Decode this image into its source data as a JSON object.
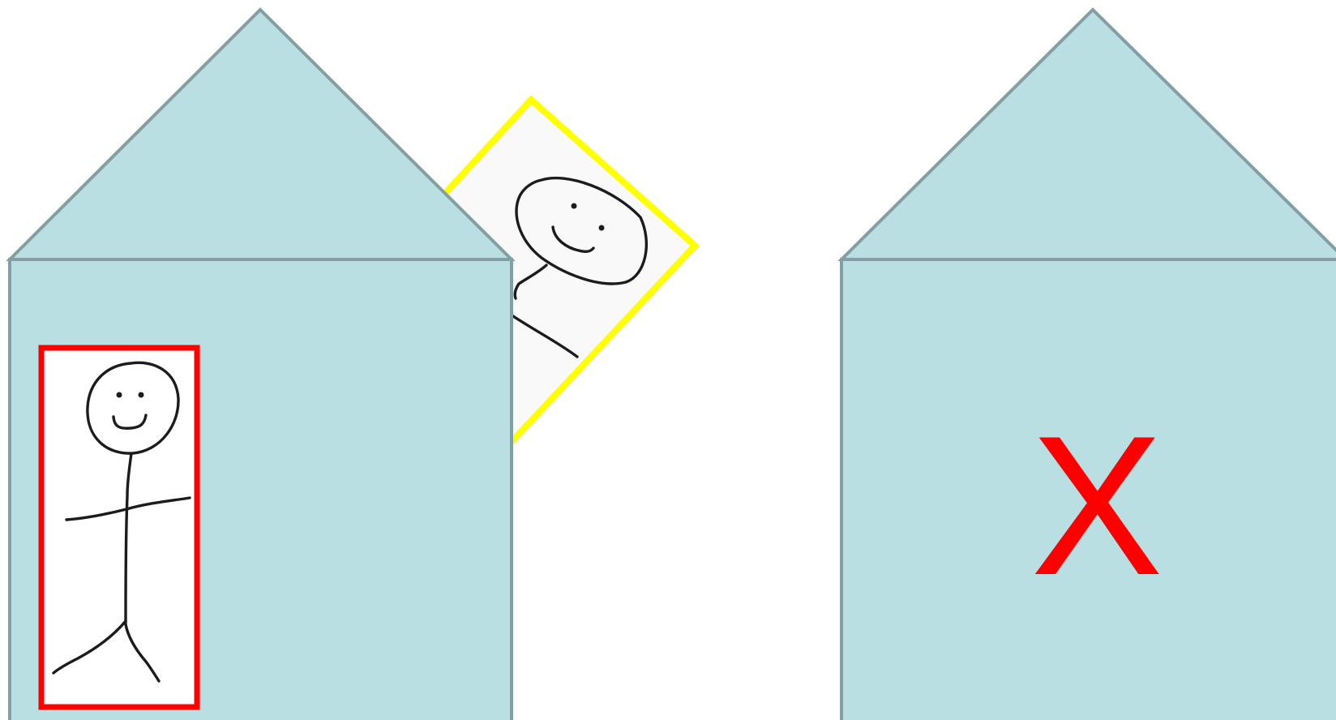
{
  "colors": {
    "background": "#ffffff",
    "house_fill": "#b9dfe2",
    "house_outline": "#849fa4",
    "highlight_box": "#ff0000",
    "outside_box": "#ffff00",
    "figure_card": "#ffffff",
    "outside_card": "#f9f9f9",
    "ink": "#1c1c1c",
    "cross_mark": "#ff0000"
  },
  "houses": [
    {
      "occupant": "stick-figure",
      "occupant_frame_color": "red"
    },
    {
      "occupant": "none",
      "mark_text": "X"
    }
  ],
  "outside_figure": {
    "frame_color": "yellow",
    "state": "tilted, partly hidden behind left house"
  }
}
